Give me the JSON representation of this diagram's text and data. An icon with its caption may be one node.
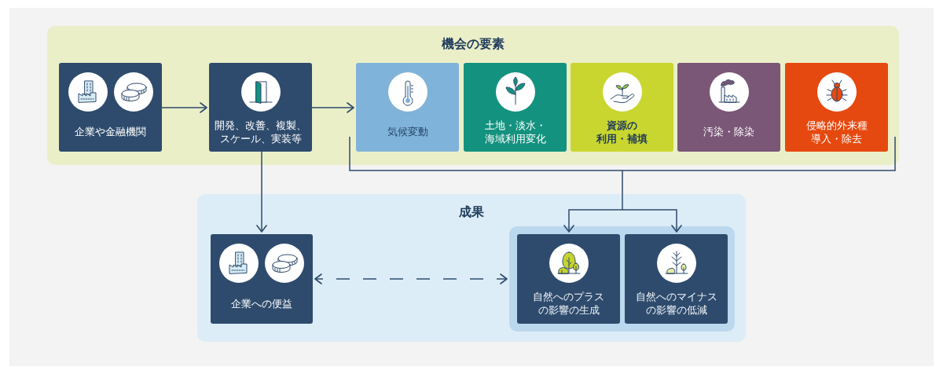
{
  "diagram": {
    "nodes": [
      {
        "text": [
          "機会の要素"
        ]
      },
      {
        "text": [
          "企業や金融機関"
        ],
        "in": 0
      },
      {
        "text": [
          "開発、改善、複製、スケール、実装等"
        ],
        "in": 0
      },
      {
        "text": [
          "気候変動"
        ],
        "in": 0
      },
      {
        "text": [
          "土地・淡水・海域利用変化"
        ],
        "in": 0
      },
      {
        "text": [
          "資源の利用・補填"
        ],
        "in": 0
      },
      {
        "text": [
          "汚染・除染"
        ],
        "in": 0
      },
      {
        "text": [
          "侵略的外来種導入・除去"
        ],
        "in": 0
      },
      {
        "text": [
          "成果"
        ]
      },
      {
        "text": [
          "企業への便益"
        ],
        "in": 8
      },
      {
        "text": [],
        "shape": "box",
        "in": 8
      },
      {
        "text": [
          "自然へのプラスの影響の生成"
        ],
        "in": 10
      },
      {
        "text": [
          "自然へのマイナスの影響の低減"
        ],
        "in": 10
      }
    ],
    "edges": [
      {
        "from": 1,
        "to": 2,
        "arrow": "to"
      },
      {
        "from": 2,
        "to": 3,
        "arrow": "to"
      },
      {
        "from": 2,
        "to": 9,
        "arrow": "to"
      },
      {
        "from": 0,
        "to": 11,
        "arrow": "to"
      },
      {
        "from": 0,
        "to": 12,
        "arrow": "to"
      },
      {
        "from": 9,
        "to": 10,
        "arrow": "both",
        "style": "dashed"
      }
    ]
  }
}
